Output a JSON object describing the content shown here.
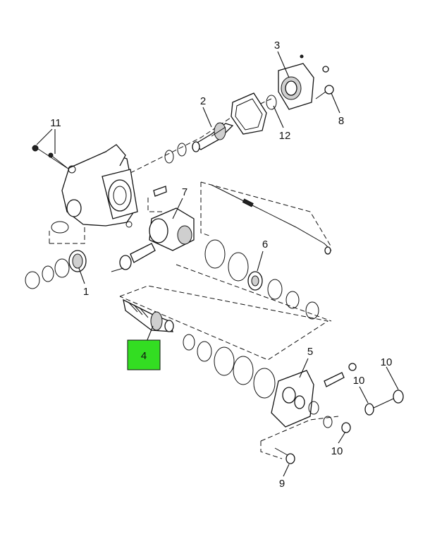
{
  "diagram": {
    "callouts": {
      "c1": "1",
      "c2": "2",
      "c3": "3",
      "c4": "4",
      "c5": "5",
      "c6": "6",
      "c7": "7",
      "c8": "8",
      "c9": "9",
      "c10a": "10",
      "c10b": "10",
      "c10c": "10",
      "c11": "11",
      "c12": "12"
    },
    "highlight_color": "#33dd22",
    "highlighted_part": "4"
  }
}
